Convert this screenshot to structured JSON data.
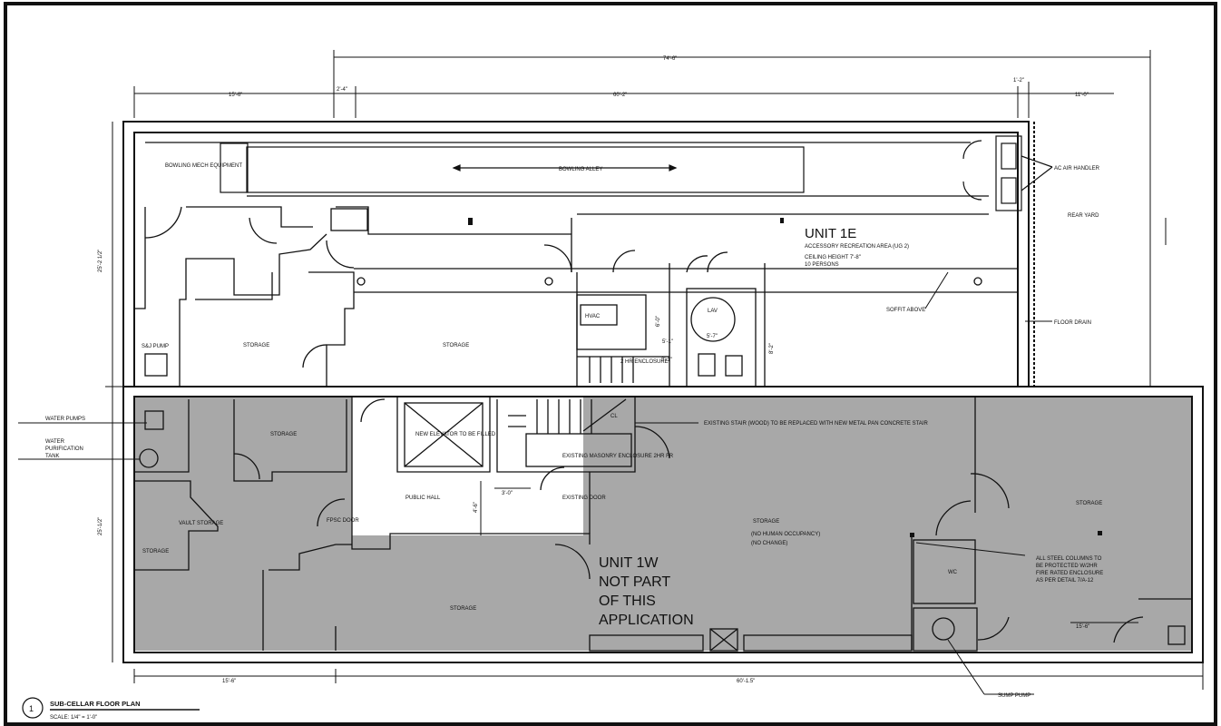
{
  "colors": {
    "shaded": "#a8a8a8",
    "line": "#111111",
    "paper": "#ffffff"
  },
  "dimensions": {
    "overall_top": "74'-6\"",
    "top_left": "15'-6\"",
    "top_small": "2'-4\"",
    "top_mid": "60'-2\"",
    "top_right_small": "1'-2\"",
    "top_right": "11'-0\"",
    "left_upper": "25'-2 1/2\"",
    "left_lower": "25'-1/2\"",
    "bottom_left": "15'-6\"",
    "bottom_mid": "60'-1.5\"",
    "right_lower_inner": "15'-6\"",
    "stair_width": "3'-0\"",
    "hall_dim": "4'-6\"",
    "core_dim1": "6'-0\"",
    "core_dim2": "5'-1\"",
    "core_dim3": "3'-1\"",
    "core_dim4": "8'-2\"",
    "wc_dim": "5'-7\""
  },
  "labels": {
    "bowling_mech": "BOWLING MECH EQUIPMENT",
    "bowling_alley": "BOWLING ALLEY",
    "ac_air_handler": "AC AIR HANDLER",
    "rear_yard": "REAR YARD",
    "unit_1e": "UNIT 1E",
    "accessory_rec": "ACCESSORY RECREATION AREA (UG 2)",
    "ceiling_height": "CEILING HEIGHT 7'-8\"",
    "persons": "10 PERSONS",
    "soffit_above": "SOFFIT ABOVE",
    "floor_drain": "FLOOR DRAIN",
    "hvac": "HVAC",
    "lav": "LAV",
    "hr_enclosure": "2 HR ENCLOSURE",
    "sewage_pump": "S&J PUMP",
    "storage_a": "STORAGE",
    "storage_b": "STORAGE",
    "water_pumps": "WATER PUMPS",
    "water_purification": "WATER PURIFICATION TANK",
    "storage_c": "STORAGE",
    "vault_storage": "VAULT STORAGE",
    "storage_d": "STORAGE",
    "storage_e": "STORAGE",
    "fire_door1": "FPSC DOOR",
    "public_hall": "PUBLIC HALL",
    "new_elevator": "NEW ELEVATOR TO BE FILLED",
    "cl": "CL",
    "masonry_encl": "EXISTING MASONRY ENCLOSURE 2HR FR",
    "existing_stair": "EXISTING STAIR (WOOD) TO BE REPLACED WITH NEW METAL PAN CONCRETE STAIR",
    "fire_door2": "EXISTING DOOR",
    "storage_main": "STORAGE",
    "no_human": "(NO HUMAN OCCUPANCY)",
    "no_change": "(NO CHANGE)",
    "unit_1w_l1": "UNIT 1W",
    "unit_1w_l2": "NOT PART",
    "unit_1w_l3": "OF THIS",
    "unit_1w_l4": "APPLICATION",
    "steel_columns_1": "ALL STEEL COLUMNS TO",
    "steel_columns_2": "BE PROTECTED W/2HR",
    "steel_columns_3": "FIRE RATED ENCLOSURE",
    "steel_columns_4": "AS PER DETAIL 7/A-12",
    "wc": "WC",
    "storage_right": "STORAGE",
    "sump_pump": "SUMP PUMP",
    "title_number": "1",
    "title": "SUB-CELLAR FLOOR PLAN",
    "scale": "SCALE: 1/4\" = 1'-0\""
  }
}
